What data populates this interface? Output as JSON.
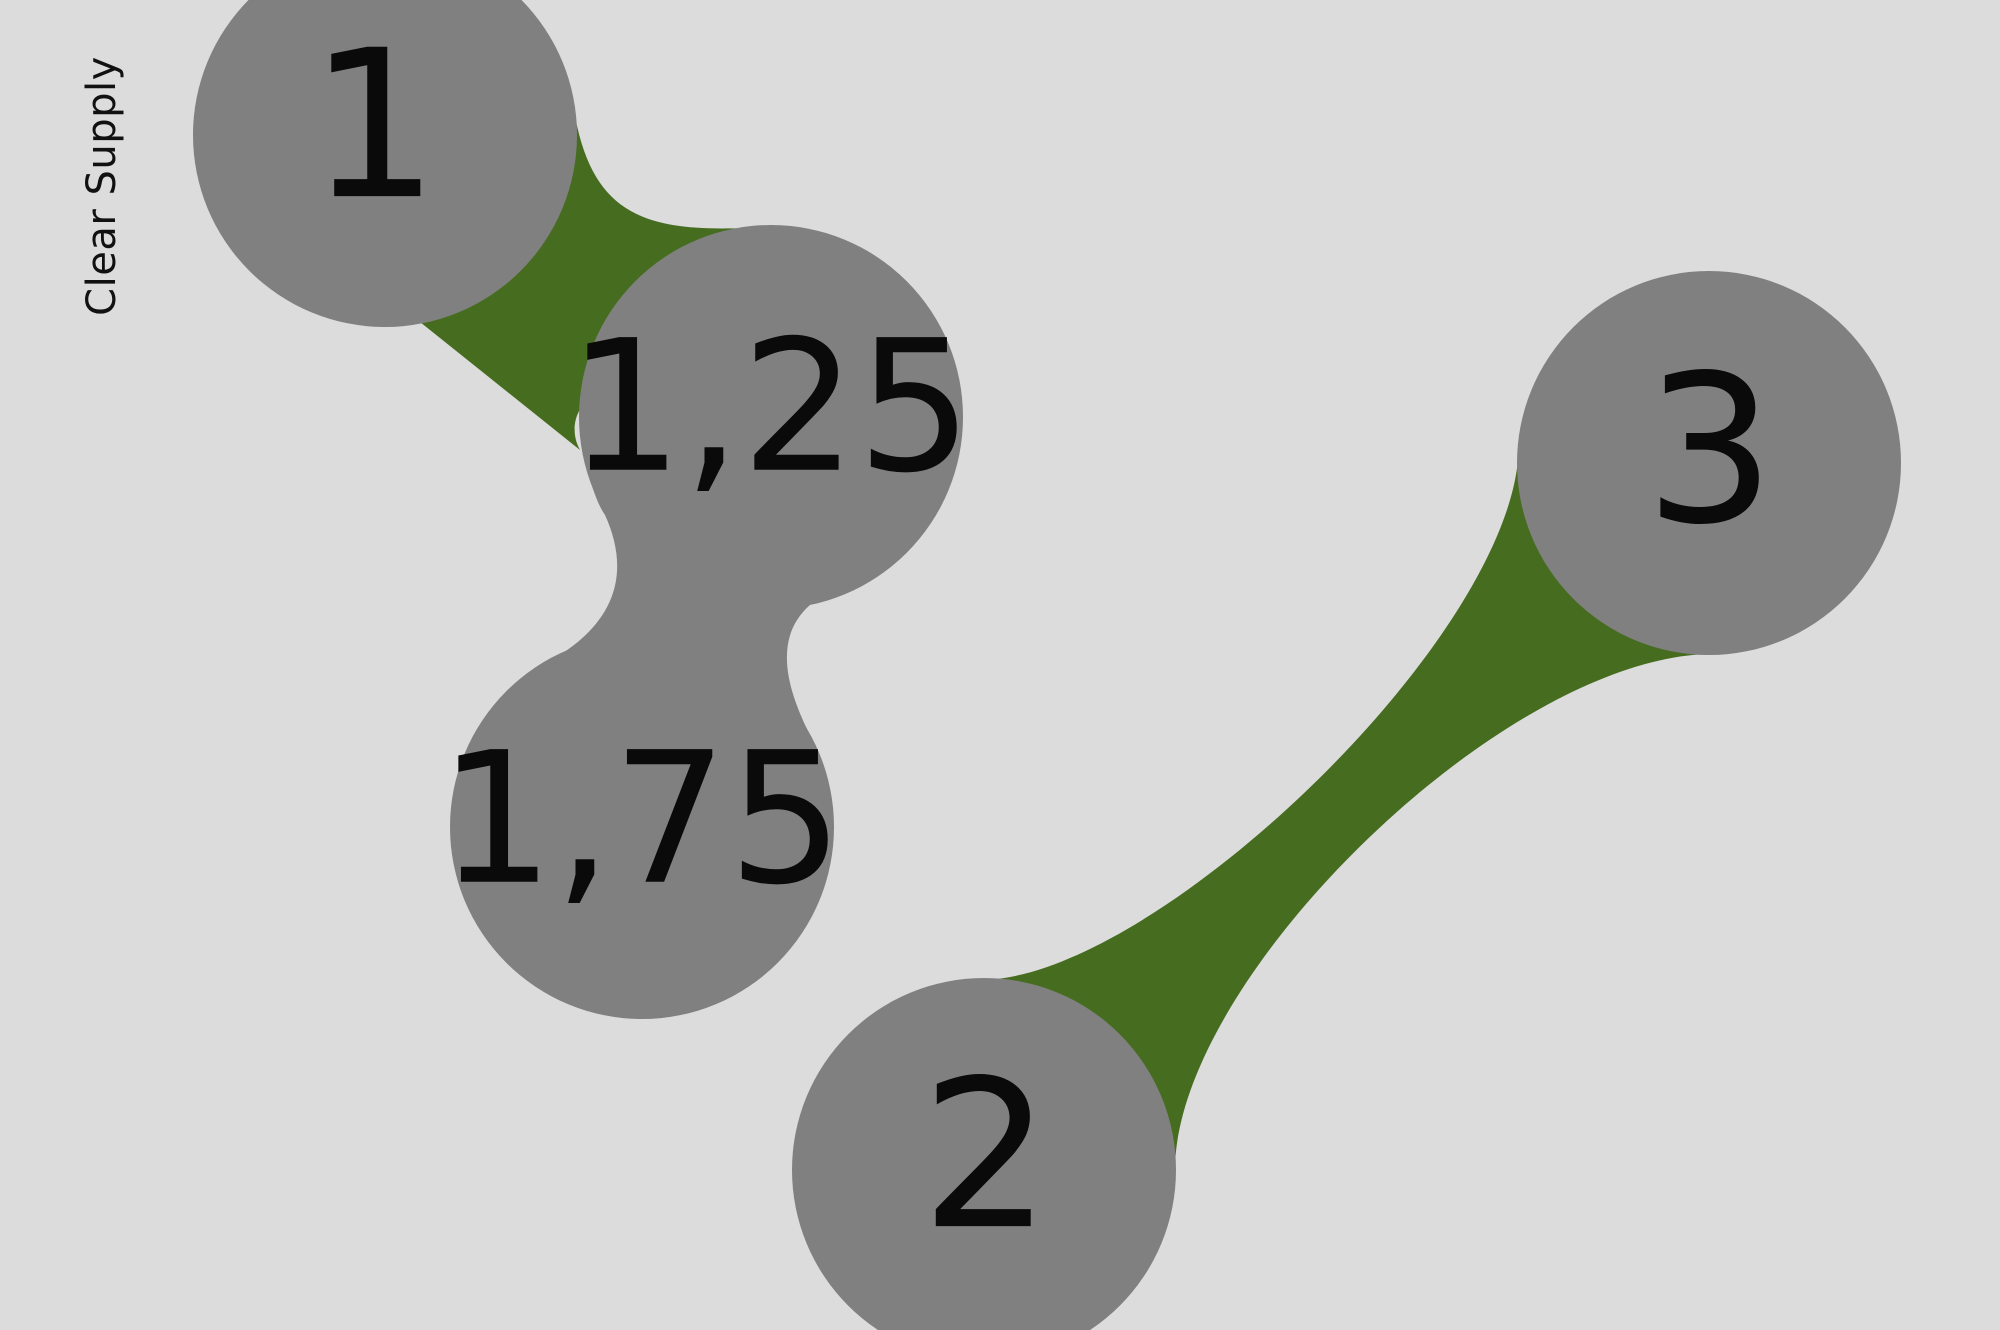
{
  "brand": {
    "name": "Clear Supply"
  },
  "colors": {
    "background": "#dcdcdc",
    "node_fill": "#808080",
    "connector_fill": "#466c1f",
    "text": "#0a0a0a"
  },
  "nodes": [
    {
      "id": "node-1",
      "label": "1"
    },
    {
      "id": "node-1-25",
      "label": "1,25"
    },
    {
      "id": "node-1-75",
      "label": "1,75"
    },
    {
      "id": "node-2",
      "label": "2"
    },
    {
      "id": "node-3",
      "label": "3"
    }
  ]
}
